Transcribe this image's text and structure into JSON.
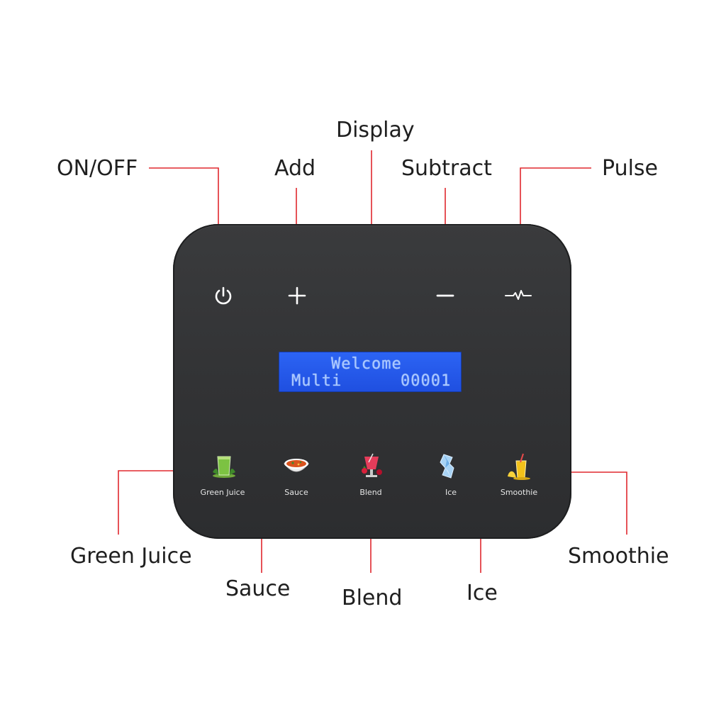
{
  "callouts": {
    "onoff": "ON/OFF",
    "add": "Add",
    "display": "Display",
    "subtract": "Subtract",
    "pulse": "Pulse",
    "green_juice": "Green Juice",
    "sauce": "Sauce",
    "blend": "Blend",
    "ice": "Ice",
    "smoothie": "Smoothie"
  },
  "lcd": {
    "line1": "Welcome",
    "line2_left": "Multi",
    "line2_right": "00001"
  },
  "modes": [
    {
      "label": "Green Juice",
      "icon": "green-juice-icon"
    },
    {
      "label": "Sauce",
      "icon": "sauce-bowl-icon"
    },
    {
      "label": "Blend",
      "icon": "blend-cup-icon"
    },
    {
      "label": "Ice",
      "icon": "ice-cube-icon"
    },
    {
      "label": "Smoothie",
      "icon": "smoothie-glass-icon"
    }
  ],
  "colors": {
    "leader": "#e0282e",
    "panel": "#343537",
    "lcd": "#2359ea",
    "lcd_text": "#a9c8ff"
  }
}
